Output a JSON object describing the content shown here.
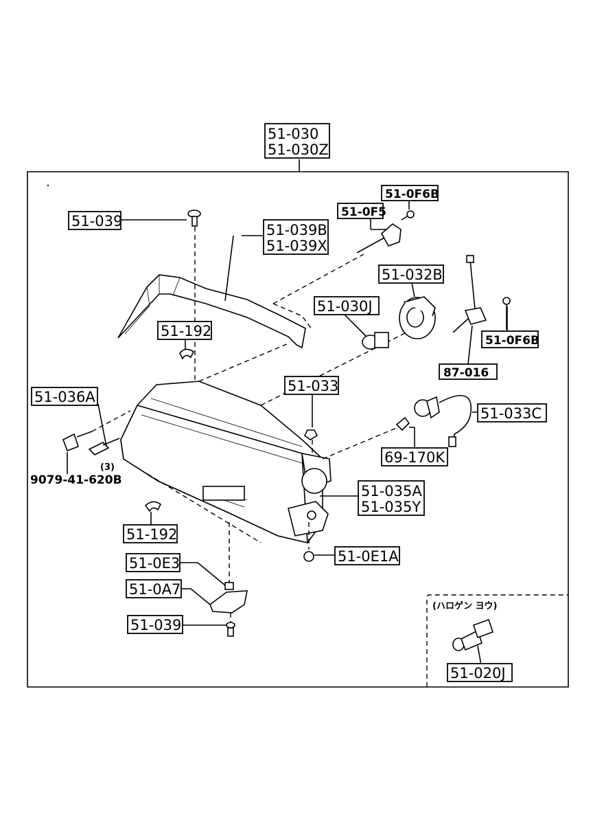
{
  "assembly": {
    "line1": "51-030",
    "line2": "51-030Z"
  },
  "labels": {
    "screw_top": "51-039",
    "garnish_line1": "51-039B",
    "garnish_line2": "51-039X",
    "bolt_f6b_top": "51-0F6B",
    "adjuster_f5": "51-0F5",
    "socket_032b": "51-032B",
    "bulb_030j": "51-030J",
    "clip_upper": "51-192",
    "bolt_f6b_right": "51-0F6B",
    "rod_87016": "87-016",
    "bolt_036a": "51-036A",
    "nut_033": "51-033",
    "socket_033c": "51-033C",
    "bulb_69170k": "69-170K",
    "qty_note": "(3)",
    "bolt_9079": "9079-41-620B",
    "lens_line1": "51-035A",
    "lens_line2": "51-035Y",
    "clip_lower": "51-192",
    "nut_0e1a": "51-0E1A",
    "nut_0e3": "51-0E3",
    "bracket_0a7": "51-0A7",
    "screw_bottom": "51-039",
    "halogen_note": "(ハロゲン ヨウ)",
    "halogen_bulb": "51-020J"
  }
}
